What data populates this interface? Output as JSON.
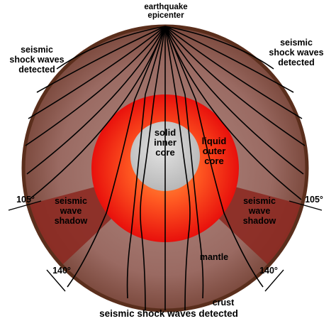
{
  "labels": {
    "epicenter_line1": "earthquake",
    "epicenter_line2": "epicenter",
    "left_detected_line1": "seismic",
    "left_detected_line2": "shock waves",
    "left_detected_line3": "detected",
    "right_detected_line1": "seismic",
    "right_detected_line2": "shock waves",
    "right_detected_line3": "detected",
    "left_angle_105": "105°",
    "right_angle_105": "105°",
    "left_angle_140": "140°",
    "right_angle_140": "140°",
    "left_shadow_line1": "seismic",
    "left_shadow_line2": "wave",
    "left_shadow_line3": "shadow",
    "right_shadow_line1": "seismic",
    "right_shadow_line2": "wave",
    "right_shadow_line3": "shadow",
    "inner_core_line1": "solid",
    "inner_core_line2": "inner",
    "inner_core_line3": "core",
    "outer_core_line1": "liquid",
    "outer_core_line2": "outer",
    "outer_core_line3": "core",
    "mantle": "mantle",
    "crust": "crust",
    "bottom_detected": "seismic shock waves detected"
  },
  "colors": {
    "mantle": "#9a6a62",
    "shadow_zone": "#8c2a22",
    "crust_edge": "#5a2e1c",
    "outer_core_edge": "#e8100c",
    "outer_core_center": "#ff8a3a",
    "inner_core": "#c8c8c8",
    "wave_lines": "#000000"
  }
}
